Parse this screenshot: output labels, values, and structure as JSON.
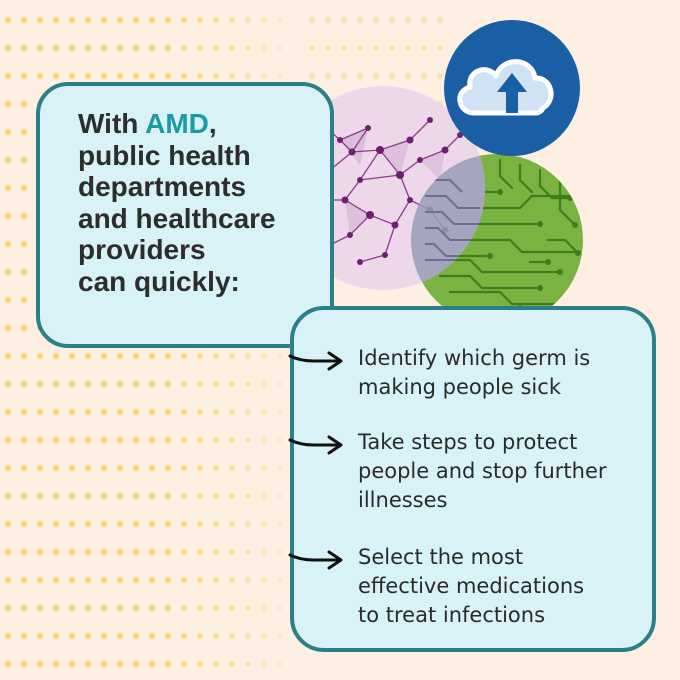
{
  "intro": {
    "lead": "With ",
    "accent": "AMD",
    "trail": ",",
    "lines": [
      "public health",
      "departments",
      "and healthcare",
      "providers",
      "can quickly:"
    ]
  },
  "bullets": [
    {
      "lines": [
        "Identify which germ is",
        "making people sick"
      ]
    },
    {
      "lines": [
        "Take steps to protect",
        "people and stop further",
        "illnesses"
      ]
    },
    {
      "lines": [
        "Select the most",
        "effective medications",
        "to treat infections"
      ]
    }
  ],
  "icons": [
    "network-circle-icon",
    "cloud-upload-icon",
    "circuit-board-icon",
    "arrow-right-icon"
  ],
  "colors": {
    "background": "#fdf0e2",
    "dots": "#f5d66a",
    "card_fill": "#d9f2f8",
    "card_border": "#2c7f87",
    "accent": "#1a9aa6",
    "text": "#2d2d2d",
    "cloud_circle": "#1a5fa6",
    "network_circle": "#ecd6ea",
    "circuit_circle": "#7ab342"
  }
}
